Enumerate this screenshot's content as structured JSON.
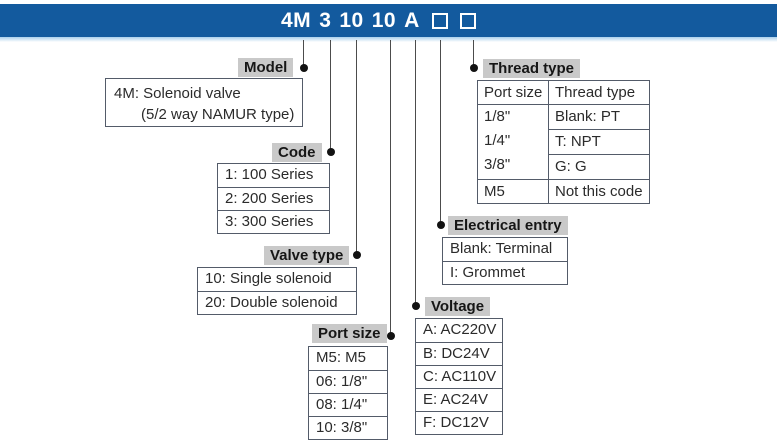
{
  "title_bar": {
    "segments": [
      "4M",
      "3",
      "10",
      "10",
      "A"
    ],
    "placeholder_count": 2
  },
  "model": {
    "label": "Model",
    "line1": "4M: Solenoid valve",
    "line2": "(5/2 way NAMUR type)"
  },
  "code": {
    "label": "Code",
    "items": [
      "1: 100 Series",
      "2: 200 Series",
      "3: 300 Series"
    ]
  },
  "valve_type": {
    "label": "Valve type",
    "items": [
      "10: Single solenoid",
      "20: Double solenoid"
    ]
  },
  "port_size": {
    "label": "Port size",
    "items": [
      "M5: M5",
      "06: 1/8\"",
      "08: 1/4\"",
      "10: 3/8\""
    ]
  },
  "voltage": {
    "label": "Voltage",
    "items": [
      "A: AC220V",
      "B: DC24V",
      "C: AC110V",
      "E: AC24V",
      "F: DC12V"
    ]
  },
  "electrical_entry": {
    "label": "Electrical entry",
    "items": [
      "Blank: Terminal",
      "I: Grommet"
    ]
  },
  "thread_type": {
    "label": "Thread type",
    "col1_header": "Port size",
    "col2_header": "Thread type",
    "port_sizes": [
      "1/8\"",
      "1/4\"",
      "3/8\""
    ],
    "thread_codes": [
      "Blank: PT",
      "T: NPT",
      "G: G"
    ],
    "m5_port": "M5",
    "m5_value": "Not this code"
  },
  "colors": {
    "bar_blue": "#135a9e",
    "label_gray": "#c9c9c9",
    "box_border": "#535b69",
    "connector": "#4c4c4c"
  }
}
